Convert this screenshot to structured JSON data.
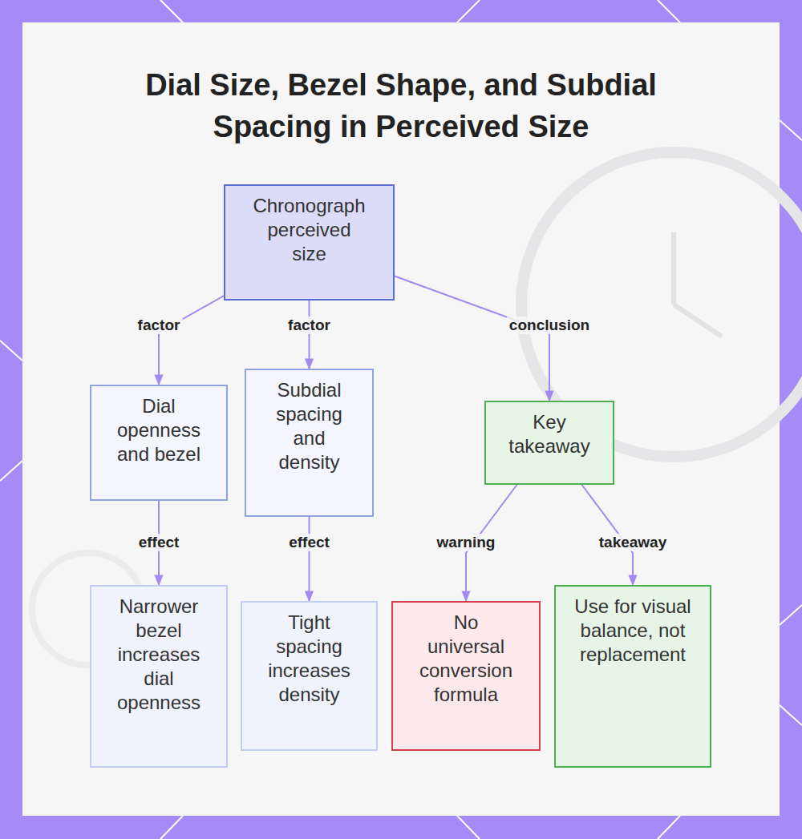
{
  "diagram": {
    "title": "Dial Size, Bezel Shape, and Subdial Spacing in Perceived Size",
    "nodes": [
      {
        "text": [
          "Chronograph perceived size"
        ]
      },
      {
        "text": [
          "Dial openness and bezel"
        ]
      },
      {
        "text": [
          "Subdial spacing and density"
        ]
      },
      {
        "text": [
          "Key takeaway"
        ]
      },
      {
        "text": [
          "Narrower bezel increases dial openness"
        ]
      },
      {
        "text": [
          "Tight spacing increases density"
        ]
      },
      {
        "text": [
          "No universal conversion formula"
        ]
      },
      {
        "text": [
          "Use for visual balance, not replacement"
        ]
      }
    ],
    "edges": [
      {
        "from": 0,
        "to": 1,
        "label": "factor",
        "arrow": "to"
      },
      {
        "from": 0,
        "to": 2,
        "label": "factor",
        "arrow": "to"
      },
      {
        "from": 0,
        "to": 3,
        "label": "conclusion",
        "arrow": "to"
      },
      {
        "from": 1,
        "to": 4,
        "label": "effect",
        "arrow": "to"
      },
      {
        "from": 2,
        "to": 5,
        "label": "effect",
        "arrow": "to"
      },
      {
        "from": 3,
        "to": 6,
        "label": "warning",
        "arrow": "to"
      },
      {
        "from": 3,
        "to": 7,
        "label": "takeaway",
        "arrow": "to"
      }
    ]
  }
}
